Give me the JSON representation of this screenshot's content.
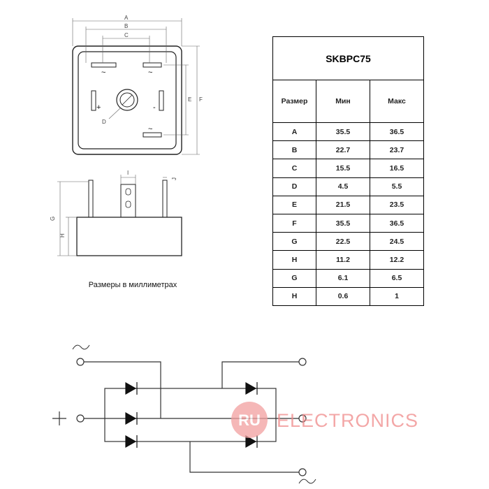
{
  "drawing": {
    "dim_labels": {
      "a": "A",
      "b": "B",
      "c": "C",
      "d": "D",
      "e": "E",
      "f": "F",
      "g1": "G",
      "h1": "H",
      "i": "I",
      "j": "J"
    },
    "pins": {
      "ac_top": "~",
      "ac_top2": "~",
      "plus": "+",
      "minus": "-",
      "ac_bottom": "~"
    },
    "caption": "Размеры в миллиметрах"
  },
  "table": {
    "title": "SKBPC75",
    "headers": [
      "Размер",
      "Мин",
      "Макс"
    ],
    "rows": [
      [
        "A",
        "35.5",
        "36.5"
      ],
      [
        "B",
        "22.7",
        "23.7"
      ],
      [
        "C",
        "15.5",
        "16.5"
      ],
      [
        "D",
        "4.5",
        "5.5"
      ],
      [
        "E",
        "21.5",
        "23.5"
      ],
      [
        "F",
        "35.5",
        "36.5"
      ],
      [
        "G",
        "22.5",
        "24.5"
      ],
      [
        "H",
        "11.2",
        "12.2"
      ],
      [
        "G",
        "6.1",
        "6.5"
      ],
      [
        "H",
        "0.6",
        "1"
      ]
    ]
  },
  "schematic": {
    "ac_symbol_top": "~",
    "plus_symbol": "+",
    "ac_symbol_bottom": "~"
  },
  "watermark": {
    "text": "ELECTRONICS",
    "logo_text": "RU",
    "color": "#f08a8a"
  }
}
